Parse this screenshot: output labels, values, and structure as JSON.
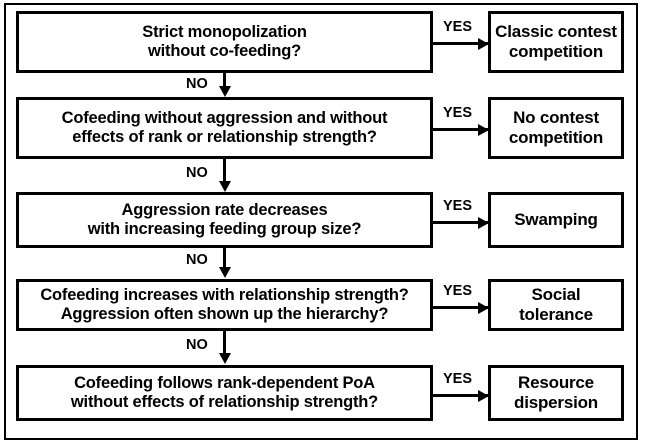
{
  "figure": {
    "type": "decision-flowchart",
    "orientation": "top-to-bottom",
    "border_color": "#000000",
    "background_color": "#ffffff",
    "text_color": "#000000"
  },
  "labels": {
    "yes": "YES",
    "no": "NO"
  },
  "steps": [
    {
      "question_line1": "Strict monopolization",
      "question_line2": "without co-feeding?",
      "yes_label": "YES",
      "no_label": "NO",
      "outcome_line1": "Classic contest",
      "outcome_line2": "competition"
    },
    {
      "question_line1": "Cofeeding without aggression and without",
      "question_line2": "effects of rank or relationship strength?",
      "yes_label": "YES",
      "no_label": "NO",
      "outcome_line1": "No contest",
      "outcome_line2": "competition"
    },
    {
      "question_line1": "Aggression rate decreases",
      "question_line2": "with increasing feeding group size?",
      "yes_label": "YES",
      "no_label": "NO",
      "outcome_line1": "Swamping",
      "outcome_line2": ""
    },
    {
      "question_line1": "Cofeeding increases with relationship strength?",
      "question_line2": "Aggression often shown up the hierarchy?",
      "yes_label": "YES",
      "no_label": "NO",
      "outcome_line1": "Social",
      "outcome_line2": "tolerance"
    },
    {
      "question_line1": "Cofeeding follows rank-dependent PoA",
      "question_line2": "without effects of relationship strength?",
      "yes_label": "YES",
      "no_label": "",
      "outcome_line1": "Resource",
      "outcome_line2": "dispersion"
    }
  ]
}
